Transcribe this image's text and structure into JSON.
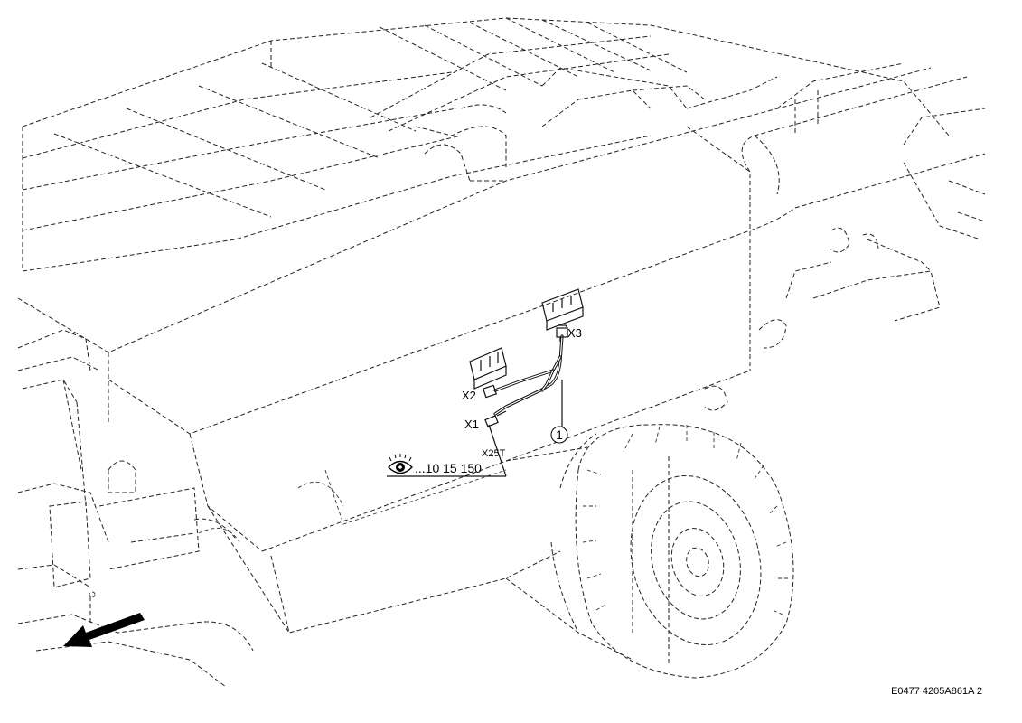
{
  "connectors": {
    "x1": "X1",
    "x2": "X2",
    "x3": "X3",
    "x25t": "X25T"
  },
  "callout": {
    "item_number": "1"
  },
  "cross_reference": {
    "icon": "eye-icon",
    "text": "...10 15 150"
  },
  "figure_id": "E0477 4205A861A 2"
}
